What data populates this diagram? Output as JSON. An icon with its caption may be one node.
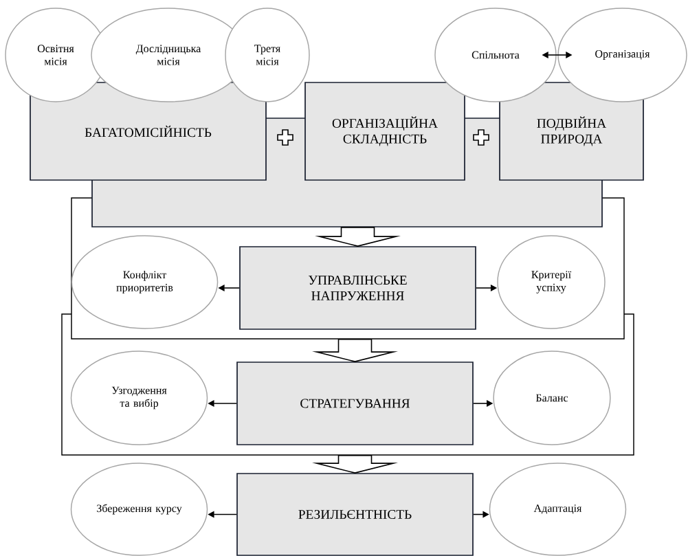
{
  "diagram": {
    "nodes": [
      {
        "text": [
          "Освітня місія"
        ]
      },
      {
        "text": [
          "Дослідницька місія"
        ]
      },
      {
        "text": [
          "Третя місія"
        ]
      },
      {
        "text": [
          "Спільнота"
        ]
      },
      {
        "text": [
          "Організація"
        ]
      },
      {
        "text": [
          "БАГАТОМІСІЙНІСТЬ"
        ]
      },
      {
        "text": [
          "ОРГАНІЗАЦІЙНА СКЛАДНІСТЬ"
        ]
      },
      {
        "text": [
          "ПОДВІЙНА ПРИРОДА"
        ]
      },
      {
        "text": [],
        "shape": "box"
      },
      {
        "text": [],
        "shape": "box"
      },
      {
        "text": [
          "Конфлікт приоритетів"
        ],
        "in": 9
      },
      {
        "text": [
          "УПРАВЛІНСЬКЕ НАПРУЖЕННЯ"
        ],
        "in": 9
      },
      {
        "text": [
          "Критерії успіху"
        ],
        "in": 9
      },
      {
        "text": [],
        "shape": "box"
      },
      {
        "text": [
          "Узгодження та вибір"
        ],
        "in": 13
      },
      {
        "text": [
          "СТРАТЕГУВАННЯ"
        ],
        "in": 13
      },
      {
        "text": [
          "Баланс"
        ],
        "in": 13
      },
      {
        "text": [
          "Збереження курсу"
        ]
      },
      {
        "text": [
          "РЕЗИЛЬЄНТНІСТЬ"
        ]
      },
      {
        "text": [
          "Адаптація"
        ]
      }
    ],
    "edges": [
      {
        "from": 3,
        "to": 4,
        "arrow": "both"
      },
      {
        "from": 8,
        "to": 11,
        "arrow": "to",
        "style": "thick"
      },
      {
        "from": 11,
        "to": 10,
        "arrow": "to"
      },
      {
        "from": 11,
        "to": 12,
        "arrow": "to"
      },
      {
        "from": 9,
        "to": 15,
        "arrow": "to",
        "style": "thick"
      },
      {
        "from": 15,
        "to": 14,
        "arrow": "to"
      },
      {
        "from": 15,
        "to": 16,
        "arrow": "to"
      },
      {
        "from": 13,
        "to": 18,
        "arrow": "to",
        "style": "thick"
      },
      {
        "from": 18,
        "to": 17,
        "arrow": "to"
      },
      {
        "from": 18,
        "to": 19,
        "arrow": "to"
      }
    ]
  }
}
